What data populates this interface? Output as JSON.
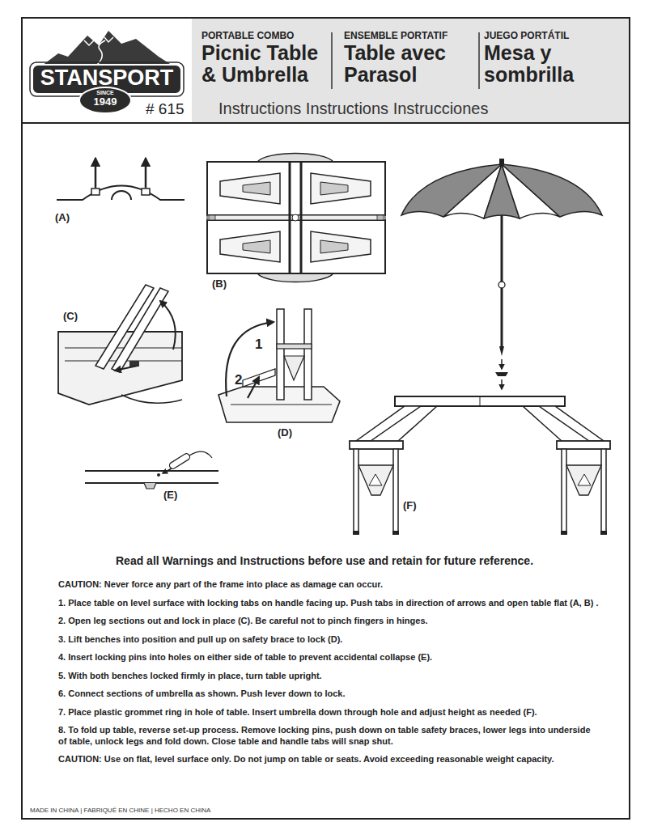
{
  "diagram": {
    "labels": [
      "STANSPORT",
      "SINCE",
      "1949",
      "# 615",
      "PORTABLE COMBO",
      "Picnic Table & Umbrella",
      "ENSEMBLE PORTATIF",
      "Table avec Parasol",
      "JUEGO PORTÁTIL",
      "Mesa y sombrilla",
      "Instructions Instructions Instrucciones",
      "(A)",
      "(B)",
      "(C)",
      "1",
      "2",
      "(D)",
      "(E)",
      "(F)",
      "Read all Warnings and Instructions before use and retain for future reference.",
      "CAUTION: Never force any part of the frame into place as damage can occur.",
      "1. Place table on level surface with locking tabs on handle facing up. Push tabs in direction of arrows and open table flat (A, B) .",
      "2. Open leg sections out and lock in place (C). Be careful not to pinch fingers in hinges.",
      "3. Lift benches into position and pull up on safety brace to lock (D).",
      "4. Insert locking pins into holes on either side of table to prevent accidental collapse (E).",
      "5. With both benches locked firmly in place, turn table upright.",
      "6. Connect sections of umbrella as shown. Push lever down to lock.",
      "7. Place plastic grommet ring in hole of table. Insert umbrella down through hole and adjust height as needed (F).",
      "8. To fold up table, reverse set-up process. Remove locking pins, push down on table safety braces, lower legs into underside of table, unlock legs and fold down. Close table and handle tabs will snap shut.",
      "CAUTION: Use on flat, level surface only. Do not jump on table or seats. Avoid exceeding reasonable weight capacity.",
      "MADE IN CHINA | FABRIQUÉ EN CHINE | HECHO EN CHINA"
    ]
  }
}
